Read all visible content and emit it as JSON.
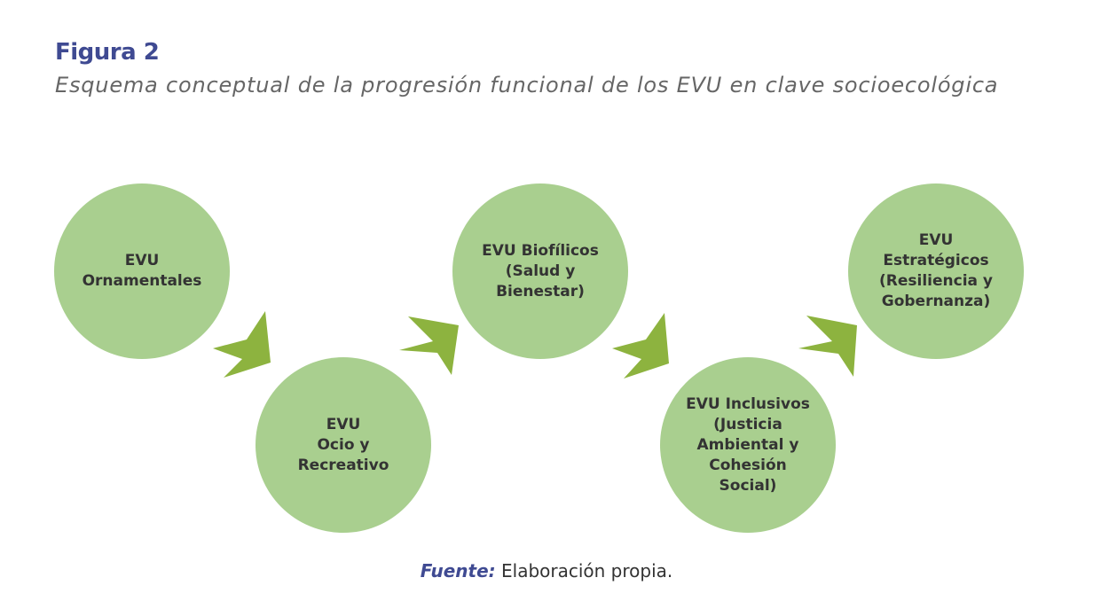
{
  "figure": {
    "label": "Figura 2",
    "caption": "Esquema conceptual de la progresión funcional de los EVU en clave socioecológica"
  },
  "nodes": [
    {
      "id": "ornamentales",
      "text": "EVU\nOrnamentales"
    },
    {
      "id": "ocio",
      "text": "EVU\nOcio y\nRecreativo"
    },
    {
      "id": "biofilicos",
      "text": "EVU Biofílicos\n(Salud y\nBienestar)"
    },
    {
      "id": "inclusivos",
      "text": "EVU Inclusivos\n(Justicia\nAmbiental y\nCohesión\nSocial)"
    },
    {
      "id": "estrategicos",
      "text": "EVU\nEstratégicos\n(Resiliencia y\nGobernanza)"
    }
  ],
  "colors": {
    "node_fill": "#a9cf8f",
    "arrow_fill": "#8db33f",
    "title": "#3f4a92"
  },
  "icons": {
    "connector": "chevron-arrow-icon"
  },
  "source": {
    "label": "Fuente:",
    "text": " Elaboración propia."
  }
}
